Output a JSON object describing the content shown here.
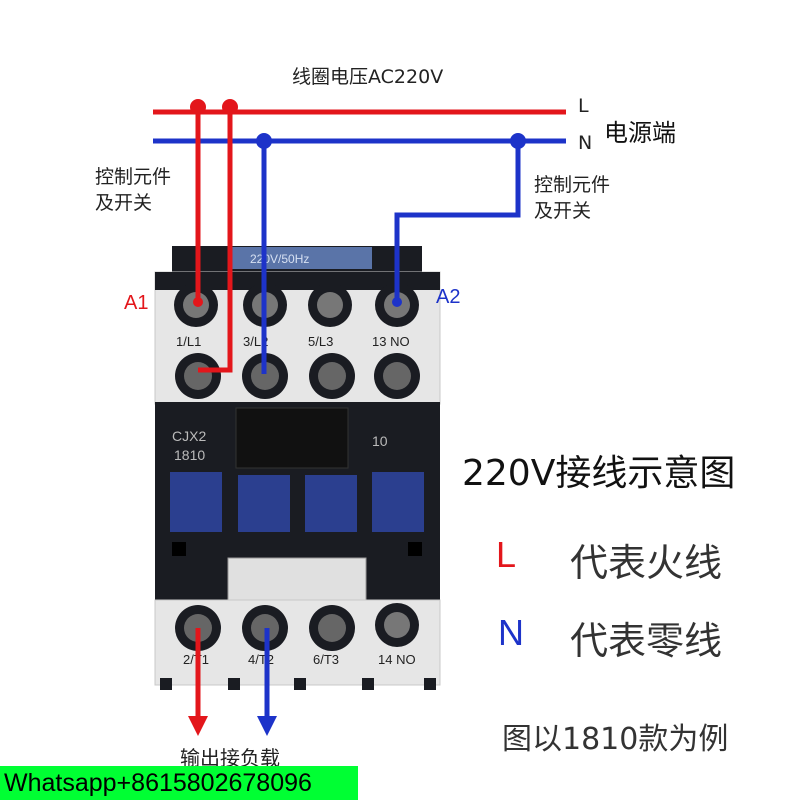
{
  "coil_voltage_label": "线圈电压AC220V",
  "line_L": "L",
  "line_N": "N",
  "power_source_label": "电源端",
  "control_left": [
    "控制元件",
    "及开关"
  ],
  "control_right": [
    "控制元件",
    "及开关"
  ],
  "coil_terminal_a1": "A1",
  "coil_terminal_a2": "A2",
  "top_terminals": [
    "1/L1",
    "3/L2",
    "5/L3",
    "13 NO"
  ],
  "bottom_terminals": [
    "2/T1",
    "4/T2",
    "6/T3",
    "14 NO"
  ],
  "nameplate_label": "220V/50Hz",
  "model_lines": [
    "CJX2",
    "1810"
  ],
  "model_right": "10",
  "output_label": "输出接负载",
  "diagram_title": "220V接线示意图",
  "legend": [
    {
      "key": "L",
      "text": "代表火线",
      "color": "#e3161b"
    },
    {
      "key": "N",
      "text": "代表零线",
      "color": "#1d33c9"
    }
  ],
  "example_note": "图以1810款为例",
  "watermark": "Whatsapp+8615802678096",
  "colors": {
    "live": "#e3161b",
    "neutral": "#1d33c9",
    "body_dark": "#1a1c22",
    "body_light": "#e6e6e6",
    "button_blue": "#2b3f8f"
  }
}
